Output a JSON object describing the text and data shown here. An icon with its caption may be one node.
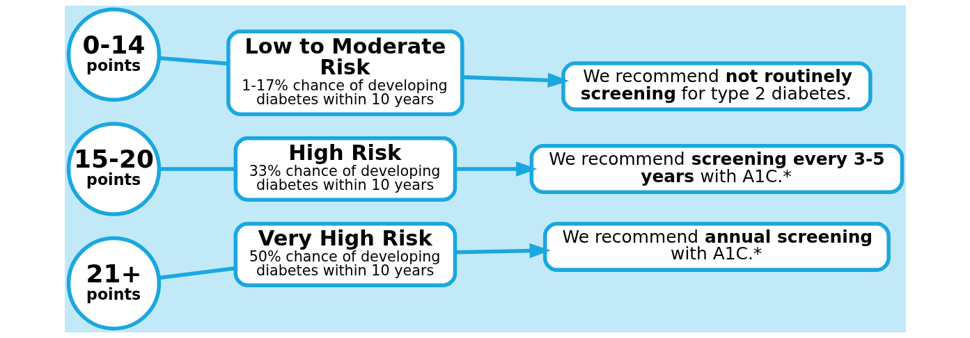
{
  "diagram": {
    "nodes": [
      {
        "text": [
          "0-14",
          "points"
        ]
      },
      {
        "text": [
          "Low to Moderate Risk",
          "1-17% chance of developing diabetes within 10 years"
        ]
      },
      {
        "text": [
          "We recommend **not routinely screening** for type 2 diabetes."
        ]
      },
      {
        "text": [
          "15-20",
          "points"
        ]
      },
      {
        "text": [
          "High Risk",
          "33% chance of developing diabetes within 10 years"
        ]
      },
      {
        "text": [
          "We recommend **screening every 3-5 years** with A1C.*"
        ]
      },
      {
        "text": [
          "21+",
          "points"
        ]
      },
      {
        "text": [
          "Very High Risk",
          "50% chance of developing diabetes within 10 years"
        ]
      },
      {
        "text": [
          "We recommend **annual screening** with A1C.*"
        ]
      }
    ],
    "edges": [
      {
        "from": 0,
        "to": 1,
        "arrow": "none"
      },
      {
        "from": 1,
        "to": 2,
        "arrow": "to"
      },
      {
        "from": 3,
        "to": 4,
        "arrow": "none"
      },
      {
        "from": 4,
        "to": 5,
        "arrow": "to"
      },
      {
        "from": 6,
        "to": 7,
        "arrow": "none"
      },
      {
        "from": 7,
        "to": 8,
        "arrow": "to"
      }
    ]
  }
}
